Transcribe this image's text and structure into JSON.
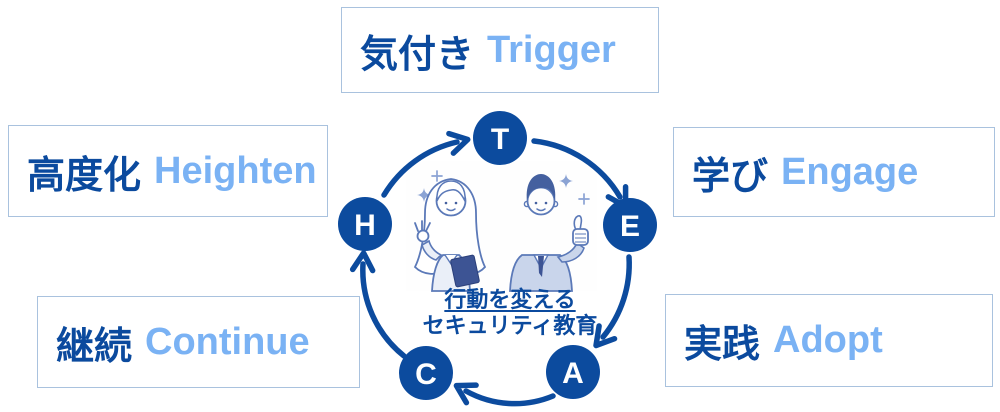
{
  "diagram": {
    "boxes": {
      "trigger": {
        "jp": "気付き",
        "en": "Trigger"
      },
      "heighten": {
        "jp": "高度化",
        "en": "Heighten"
      },
      "engage": {
        "jp": "学び",
        "en": "Engage"
      },
      "continue": {
        "jp": "継続",
        "en": "Continue"
      },
      "adopt": {
        "jp": "実践",
        "en": "Adopt"
      }
    },
    "cycle_letters": [
      "T",
      "E",
      "A",
      "C",
      "H"
    ],
    "caption": {
      "line1": "行動を変える",
      "line2": "セキュリティ教育"
    },
    "colors": {
      "dark_blue": "#0C4B9E",
      "light_blue": "#7AB2F4",
      "box_border": "#A9C2DE",
      "illustration_line": "#5B79B8",
      "illustration_dark": "#44609F",
      "suit_fill": "#C9D5EB",
      "folder_fill": "#3D5494"
    }
  }
}
